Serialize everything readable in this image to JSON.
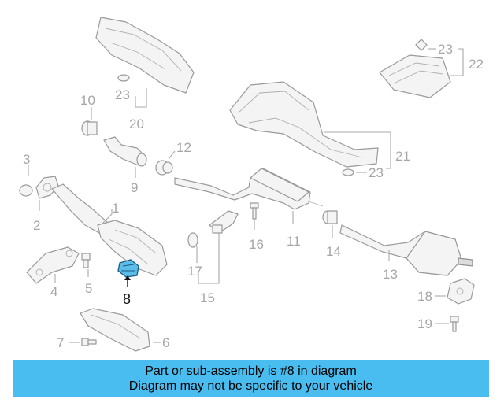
{
  "diagram": {
    "highlight_color": "#5bbde8",
    "callouts": {
      "c1": "1",
      "c2": "2",
      "c3": "3",
      "c4": "4",
      "c5": "5",
      "c6": "6",
      "c7": "7",
      "c8": "8",
      "c9": "9",
      "c10": "10",
      "c11": "11",
      "c12": "12",
      "c13": "13",
      "c14": "14",
      "c15": "15",
      "c16": "16",
      "c17": "17",
      "c18": "18",
      "c19": "19",
      "c20": "20",
      "c21": "21",
      "c22": "22",
      "c23a": "23",
      "c23b": "23",
      "c23c": "23"
    }
  },
  "footer": {
    "color": "#49bdf0",
    "line1": "Part or sub-assembly is #8 in diagram",
    "line2": "Diagram may not be specific to your vehicle"
  }
}
